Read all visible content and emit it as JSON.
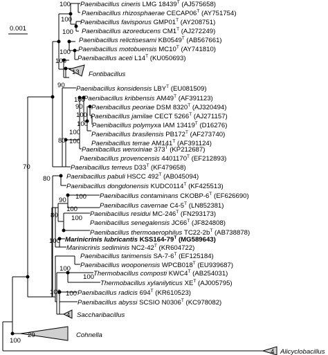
{
  "scale_bar": {
    "label": "0.001"
  },
  "taxa": [
    {
      "genus": "Paenibacillus",
      "species": "cineris",
      "strain": "LMG 18439",
      "type_strain": "T",
      "accession": "(AJ575658)"
    },
    {
      "genus": "Paenibacillus",
      "species": "rhizosphaerae",
      "strain": "CECAP06",
      "type_strain": "T",
      "accession": "(AY751754)"
    },
    {
      "genus": "Paenibacillus",
      "species": "favisporus",
      "strain": "GMP01",
      "type_strain": "T",
      "accession": "(AY208751)"
    },
    {
      "genus": "Paenibacillus",
      "species": "azoreducens",
      "strain": "CM1",
      "type_strain": "T",
      "accession": "(AJ272249)"
    },
    {
      "genus": "Paenibacillus",
      "species": "relictisesami",
      "strain": "KB0549",
      "type_strain": "T",
      "accession": "(AB567661)"
    },
    {
      "genus": "Paenibacillus",
      "species": "motobuensis",
      "strain": "MC10",
      "type_strain": "T",
      "accession": "(AY741810)"
    },
    {
      "genus": "Paenibacillus",
      "species": "aceti",
      "strain": "L14",
      "type_strain": "T",
      "accession": "(KU050693)"
    },
    {
      "genus": "Paenibacillus",
      "species": "konsidensis",
      "strain": "LBY",
      "type_strain": "T",
      "accession": "(EU081509)"
    },
    {
      "genus": "Paenibacillus",
      "species": "kribbensis",
      "strain": "AM49",
      "type_strain": "T",
      "accession": "(AF391123)"
    },
    {
      "genus": "Paenibacillus",
      "species": "peoriae",
      "strain": "DSM 8320",
      "type_strain": "T",
      "accession": "(AJ320494)"
    },
    {
      "genus": "Paenibacillus",
      "species": "jamilae",
      "strain": "CECT 5266",
      "type_strain": "T",
      "accession": "(AJ271157)"
    },
    {
      "genus": "Paenibacillus",
      "species": "polymyxa",
      "strain": "IAM 13419",
      "type_strain": "T",
      "accession": "(D16276)"
    },
    {
      "genus": "Paenibacillus",
      "species": "brasilensis",
      "strain": "PB172",
      "type_strain": "T",
      "accession": "(AF273740)"
    },
    {
      "genus": "Paenibacillus",
      "species": "terrae",
      "strain": "AM141",
      "type_strain": "T",
      "accession": "(AF391124)"
    },
    {
      "genus": "Paenibacillus",
      "species": "wenxiniae",
      "strain": "373",
      "type_strain": "T",
      "accession": "(KP212687)"
    },
    {
      "genus": "Paenibacillus",
      "species": "provencensis",
      "strain": "4401170",
      "type_strain": "T",
      "accession": "(EF212893)"
    },
    {
      "genus": "Paenibacillus",
      "species": "terreus",
      "strain": "D33",
      "type_strain": "T",
      "accession": "(KF479658)"
    },
    {
      "genus": "Paenibacillus",
      "species": "pabuli",
      "strain": "HSCC 492",
      "type_strain": "T",
      "accession": "(AB045094)"
    },
    {
      "genus": "Paenibacillus",
      "species": "dongdonensis",
      "strain": "KUDC0114",
      "type_strain": "T",
      "accession": "(KF425513)"
    },
    {
      "genus": "Paenibacillus",
      "species": "contaminans",
      "strain": "CKOBP-6",
      "type_strain": "T",
      "accession": "(EF626690)"
    },
    {
      "genus": "Paenibacillus",
      "species": "cavernae",
      "strain": "C4-5",
      "type_strain": "T",
      "accession": "(LN852381)"
    },
    {
      "genus": "Paenibacillus",
      "species": "residui",
      "strain": "MC-246",
      "type_strain": "T",
      "accession": "(FN293173)"
    },
    {
      "genus": "Paenibacillus",
      "species": "senegalensis",
      "strain": "JC66",
      "type_strain": "T",
      "accession": "(JF824808)"
    },
    {
      "genus": "Paenibacillus",
      "species": "thermoaerophilus",
      "strain": "TC22-2b",
      "type_strain": "T",
      "accession": "(AB738878)"
    },
    {
      "genus": "Marinicrinis",
      "species": "lubricantis",
      "strain": "KSS164-79",
      "type_strain": "T",
      "accession": "(MG589643)",
      "bold": true
    },
    {
      "genus": "Marinicrinis",
      "species": "sediminis",
      "strain": "NC2-42",
      "type_strain": "T",
      "accession": "(KR604722)"
    },
    {
      "genus": "Paenibacillus",
      "species": "tarimensis",
      "strain": "SA-7-6",
      "type_strain": "T",
      "accession": "(EF125184)"
    },
    {
      "genus": "Paenibacillus",
      "species": "wooponensis",
      "strain": "WPCB018",
      "type_strain": "T",
      "accession": "(EU939687)"
    },
    {
      "genus": "Thermobacillus",
      "species": "composti",
      "strain": "KWC4",
      "type_strain": "T",
      "accession": "(AB254031)"
    },
    {
      "genus": "Thermobacillus",
      "species": "xylanilyticus",
      "strain": "XE",
      "type_strain": "T",
      "accession": "(AJ005795)"
    },
    {
      "genus": "Paenibacillus",
      "species": "radicis",
      "strain": "694",
      "type_strain": "T",
      "accession": "(KR610523)"
    },
    {
      "genus": "Paenibacillus",
      "species": "abyssi",
      "strain": "SCSIO N0306",
      "type_strain": "T",
      "accession": "(KC978082)"
    }
  ],
  "clades": [
    {
      "name": "Fontibacillus",
      "count": "13"
    },
    {
      "name": "Saccharibacillus",
      "count": "4"
    },
    {
      "name": "Cohnella",
      "count": "29"
    },
    {
      "name": "Alicyclobacillus",
      "count": "4"
    }
  ],
  "bootstrap": [
    "100",
    "100",
    "100",
    "100",
    "100",
    "90",
    "100",
    "90",
    "100",
    "100",
    "100",
    "100",
    "80",
    "70",
    "80",
    "100",
    "100",
    "80",
    "90",
    "100",
    "100",
    "100",
    "100",
    "100",
    "100",
    "100"
  ]
}
